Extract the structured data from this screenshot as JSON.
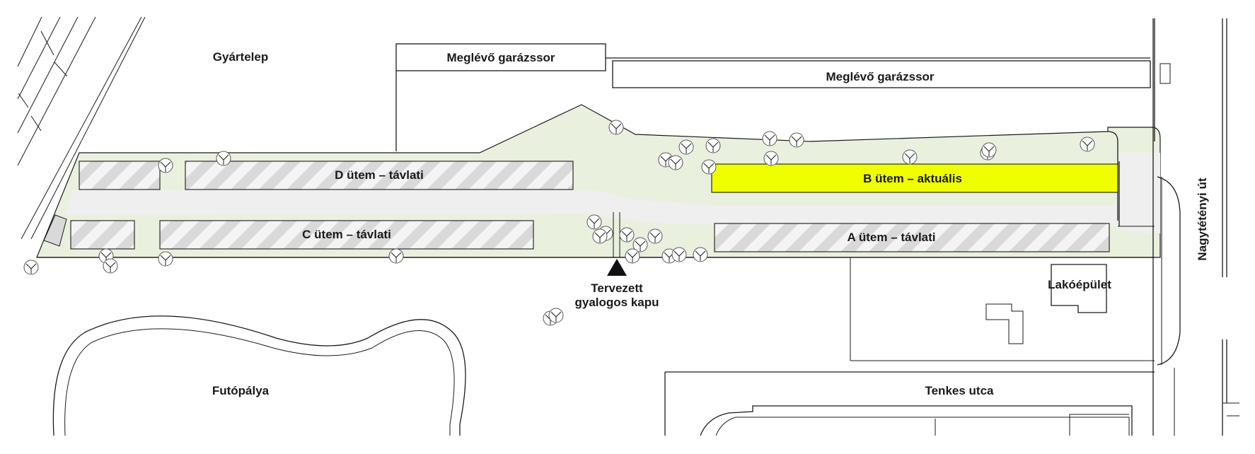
{
  "labels": {
    "factory": "Gyártelep",
    "garage_1": "Meglévő garázssor",
    "garage_2": "Meglévő garázssor",
    "phase_d": "D ütem – távlati",
    "phase_c": "C ütem – távlati",
    "phase_b": "B ütem – aktuális",
    "phase_a": "A ütem – távlati",
    "gate_line1": "Tervezett",
    "gate_line2": "gyalogos kapu",
    "residential": "Lakóépület",
    "track": "Futópálya",
    "street_tenkes": "Tenkes utca",
    "street_nagytetenyi": "Nagytétényi út"
  },
  "colors": {
    "current_phase": "#f0ff00",
    "green_area": "#e9f0de",
    "road": "#efefef",
    "hatch": "#d9d9d9",
    "line": "#1a1a1a"
  },
  "icons": {
    "gate_marker": "triangle-up-icon",
    "tree": "tree-icon"
  }
}
